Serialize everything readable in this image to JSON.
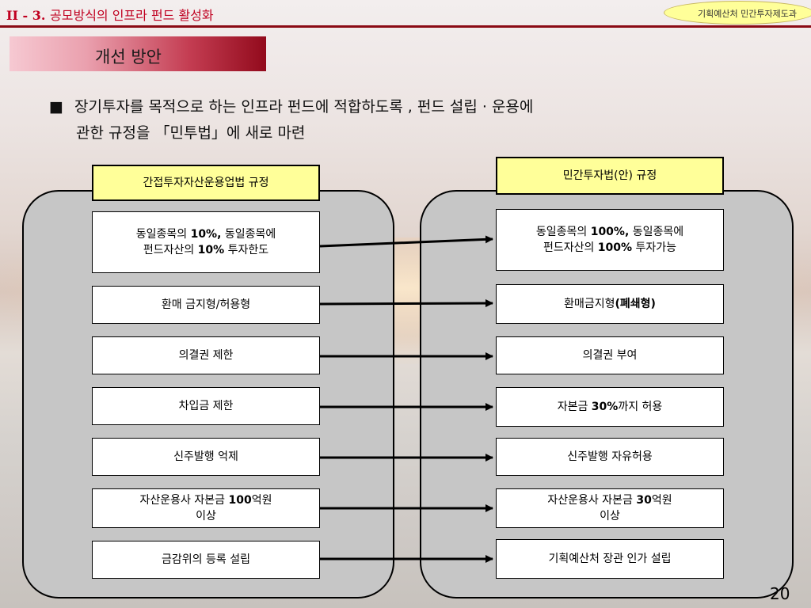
{
  "header": {
    "section": "II - 3.",
    "title": "공모방식의 인프라 펀드 활성화",
    "badge": "기획예산처 민간투자제도과"
  },
  "slide_title": "개선 방안",
  "bullet": {
    "marker": "■",
    "line1": "장기투자를 목적으로 하는 인프라 펀드에 적합하도록 , 펀드 설립 · 운용에",
    "line2": "관한 규정을 「민투법」에 새로 마련"
  },
  "left_label": "간접투자자산운용업법 규정",
  "right_label": "민간투자법(안) 규정",
  "left_items": [
    {
      "l1a": "동일종목의 ",
      "l1b": "10%,",
      "l1c": " 동일종목에",
      "l2a": "펀드자산의 ",
      "l2b": "10%",
      "l2c": " 투자한도"
    },
    {
      "text": "환매 금지형/허용형"
    },
    {
      "text": "의결권 제한"
    },
    {
      "text": "차입금 제한"
    },
    {
      "text": "신주발행 억제"
    },
    {
      "l1a": "자산운용사 자본금 ",
      "l1b": "100",
      "l1c": "억원",
      "l2": "이상"
    },
    {
      "text": "금감위의 등록 설립"
    }
  ],
  "right_items": [
    {
      "l1a": "동일종목의 ",
      "l1b": "100%,",
      "l1c": " 동일종목에",
      "l2a": "펀드자산의 ",
      "l2b": "100%",
      "l2c": " 투자가능"
    },
    {
      "a": "환매금지형",
      "b": "(폐쇄형)"
    },
    {
      "text": "의결권 부여"
    },
    {
      "a": "자본금 ",
      "b": "30%",
      "c": "까지 허용"
    },
    {
      "text": "신주발행 자유허용"
    },
    {
      "l1a": "자산운용사 자본금 ",
      "l1b": "30",
      "l1c": "억원",
      "l2": "이상"
    },
    {
      "text": "기획예산처 장관 인가 설립"
    }
  ],
  "page_number": "20"
}
